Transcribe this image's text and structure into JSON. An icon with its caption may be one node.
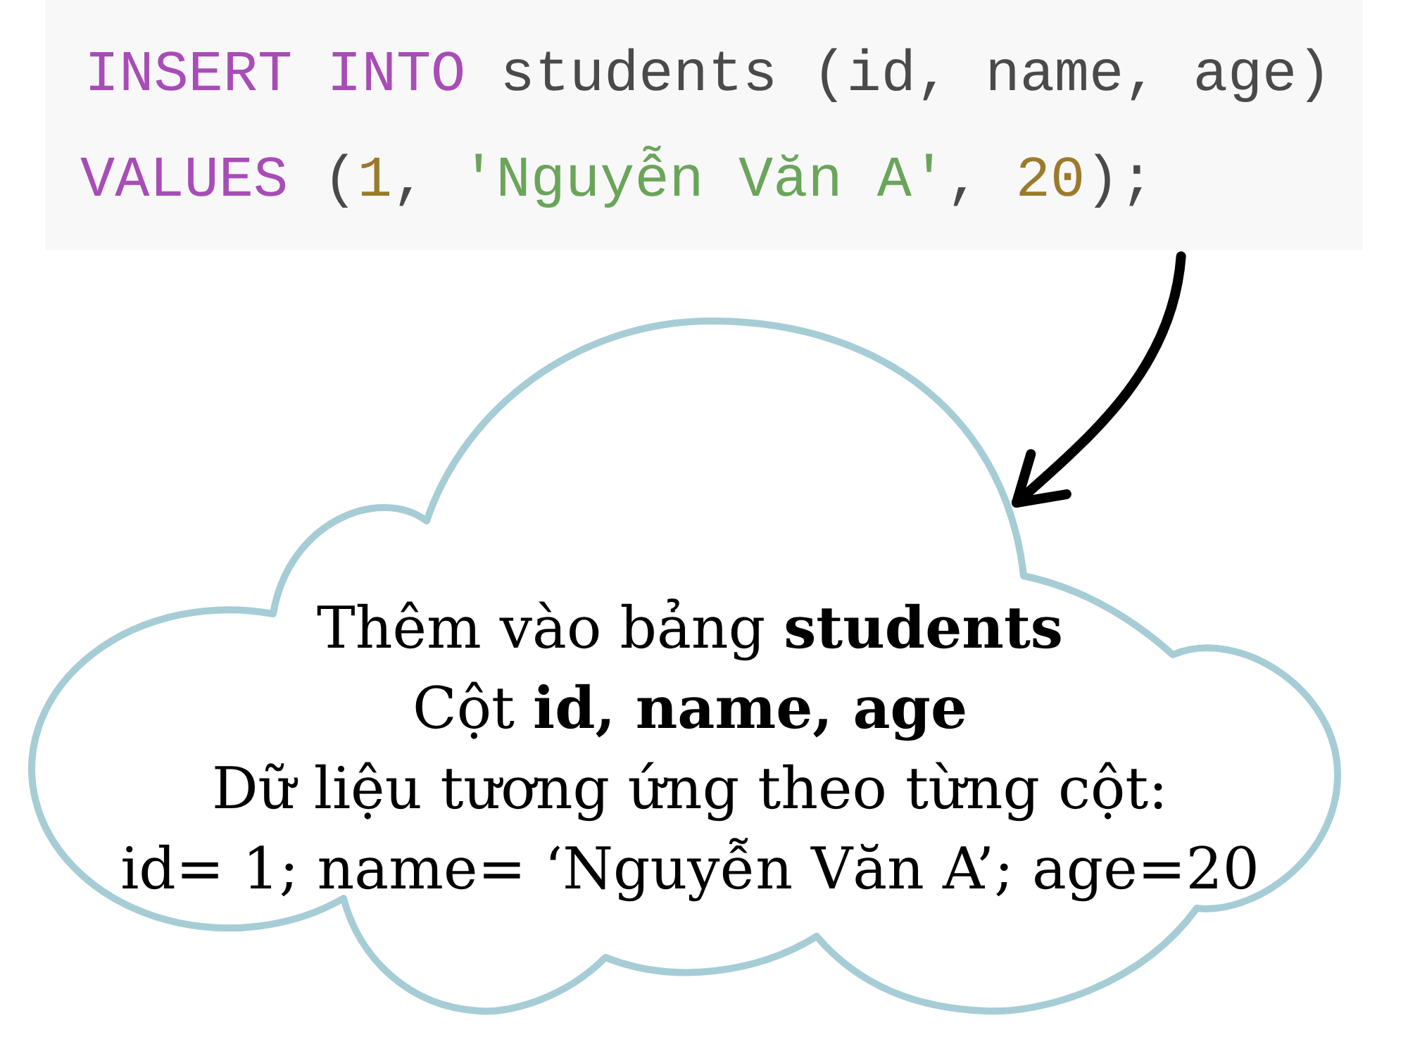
{
  "diagram": {
    "nodes": [
      {
        "text": [
          "INSERT INTO students (id, name, age)",
          "VALUES (1, 'Nguyễn Văn A', 20);"
        ]
      },
      {
        "text": [
          "Thêm vào bảng **students**",
          "Cột **id, name, age**",
          "Dữ liệu tương ứng theo từng cột:",
          "id= 1; name= ‘Nguyễn Văn A’; age=20"
        ]
      }
    ],
    "edges": [
      {
        "from": 0,
        "to": 1,
        "arrow": "to"
      }
    ]
  }
}
